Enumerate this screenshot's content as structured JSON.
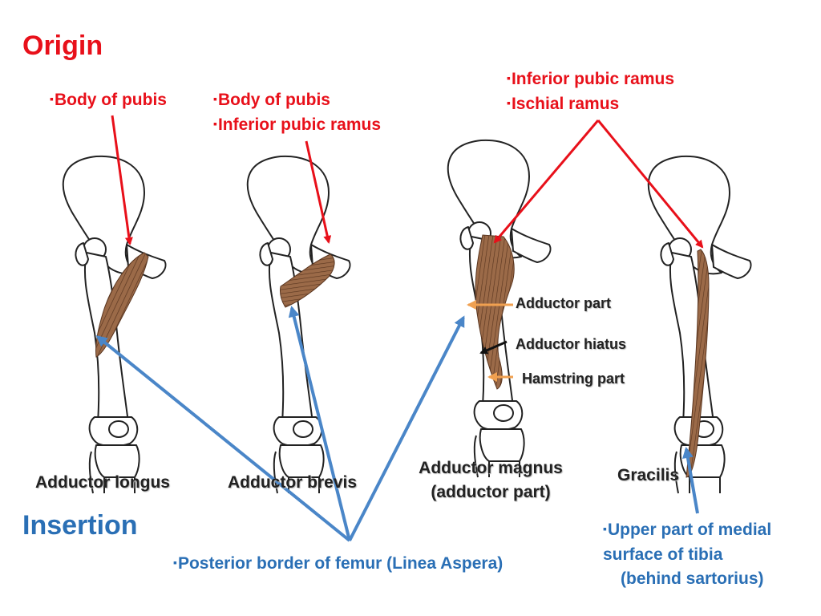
{
  "headings": {
    "origin": "Origin",
    "insertion": "Insertion"
  },
  "origins": {
    "longus": [
      "Body of pubis"
    ],
    "brevis": [
      "Body of pubis",
      "Inferior pubic ramus"
    ],
    "magnus_gracilis": [
      "Inferior pubic ramus",
      "Ischial ramus"
    ]
  },
  "muscles": {
    "longus": "Adductor longus",
    "brevis": "Adductor brevis",
    "magnus_line1": "Adductor magnus",
    "magnus_line2": "(adductor part)",
    "gracilis": "Gracilis"
  },
  "parts": {
    "adductor_part": "Adductor part",
    "adductor_hiatus": "Adductor hiatus",
    "hamstring_part": "Hamstring part"
  },
  "insertions": {
    "femur": "Posterior border of femur (Linea Aspera)",
    "tibia_line1": "Upper part of medial",
    "tibia_line2": "surface of tibia",
    "tibia_line3": "(behind sartorius)"
  },
  "colors": {
    "origin_red": "#e8101a",
    "insertion_blue": "#2a6fb5",
    "arrow_orange": "#f0a050",
    "muscle_brown": "#8a5a3c",
    "bone_outline": "#222222"
  }
}
